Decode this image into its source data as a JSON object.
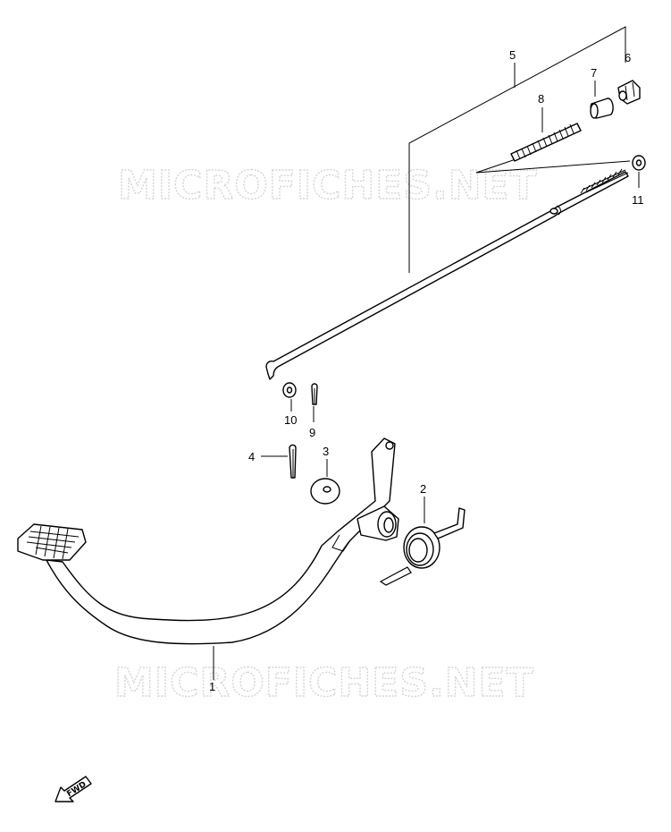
{
  "watermark": {
    "top_text": "MICROFICHES.NET",
    "bottom_text": "MICROFICHES.NET",
    "color": "#d4d4d4"
  },
  "callouts": {
    "p1": "1",
    "p2": "2",
    "p3": "3",
    "p4": "4",
    "p5": "5",
    "p6": "6",
    "p7": "7",
    "p8": "8",
    "p9": "9",
    "p10": "10",
    "p11": "11"
  },
  "fwd_label": "FWD",
  "colors": {
    "line": "#000000",
    "background": "#ffffff"
  }
}
